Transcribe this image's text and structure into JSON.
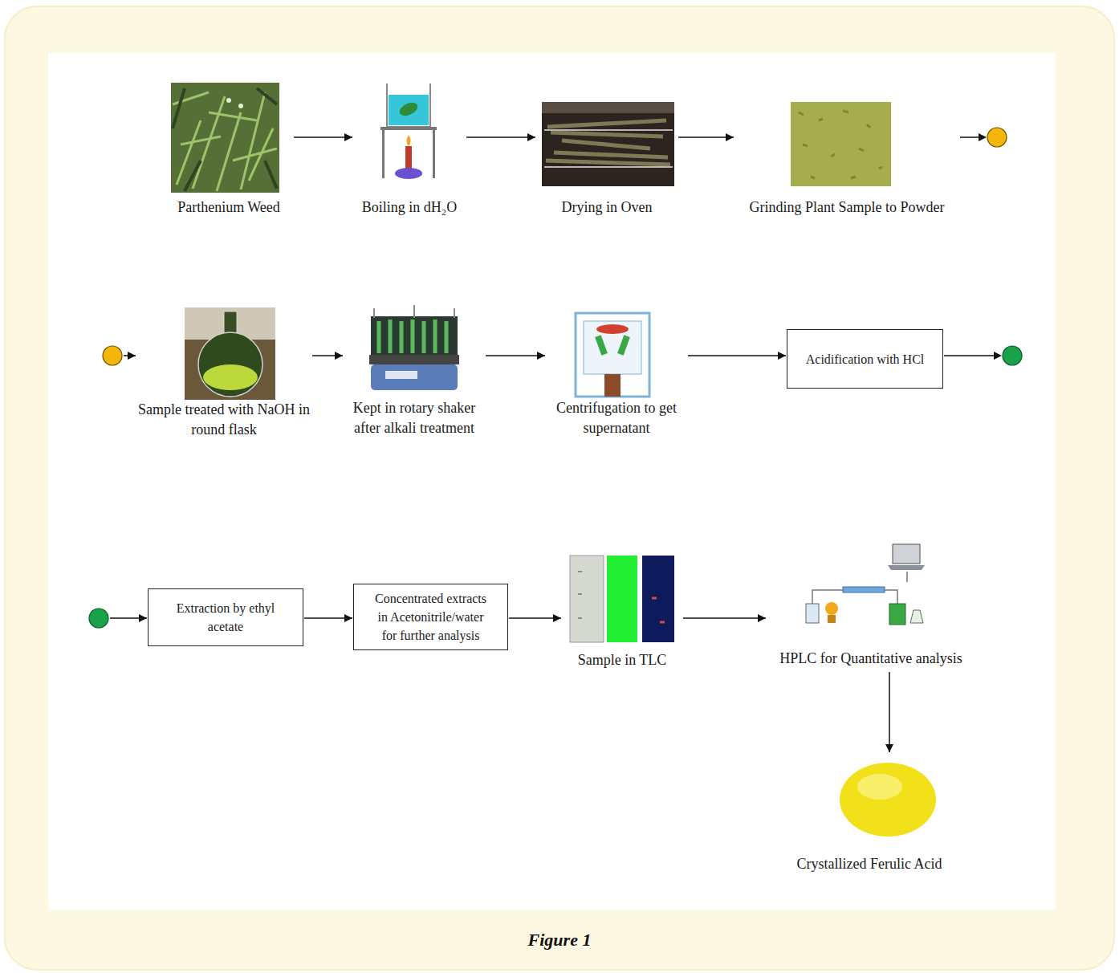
{
  "diagram": {
    "caption": "Figure 1",
    "nodes": [
      {
        "text": [
          "Parthenium Weed"
        ]
      },
      {
        "text": [
          "Boiling in dH₂O"
        ]
      },
      {
        "text": [
          "Drying in Oven"
        ]
      },
      {
        "text": [
          "Grinding Plant Sample to Powder"
        ]
      },
      {
        "text": [
          "Sample treated with NaOH in round flask"
        ]
      },
      {
        "text": [
          "Kept in rotary shaker after alkali treatment"
        ]
      },
      {
        "text": [
          "Centrifugation to get supernatant"
        ]
      },
      {
        "text": [
          "Acidification with HCl"
        ]
      },
      {
        "text": [
          "Extraction by ethyl acetate"
        ]
      },
      {
        "text": [
          "Concentrated extracts in Acetonitrile/water for further analysis"
        ]
      },
      {
        "text": [
          "Sample in TLC"
        ]
      },
      {
        "text": [
          "HPLC for Quantitative analysis"
        ]
      },
      {
        "text": [
          "Crystallized Ferulic Acid"
        ]
      }
    ],
    "edges": [
      {
        "from": 0,
        "to": 1,
        "arrow": "to"
      },
      {
        "from": 1,
        "to": 2,
        "arrow": "to"
      },
      {
        "from": 2,
        "to": 3,
        "arrow": "to"
      },
      {
        "from": 3,
        "to": 4,
        "arrow": "to"
      },
      {
        "from": 4,
        "to": 5,
        "arrow": "to"
      },
      {
        "from": 5,
        "to": 6,
        "arrow": "to"
      },
      {
        "from": 6,
        "to": 7,
        "arrow": "to"
      },
      {
        "from": 7,
        "to": 8,
        "arrow": "to"
      },
      {
        "from": 8,
        "to": 9,
        "arrow": "to"
      },
      {
        "from": 9,
        "to": 10,
        "arrow": "to"
      },
      {
        "from": 10,
        "to": 11,
        "arrow": "to"
      },
      {
        "from": 11,
        "to": 12,
        "arrow": "to"
      }
    ]
  }
}
